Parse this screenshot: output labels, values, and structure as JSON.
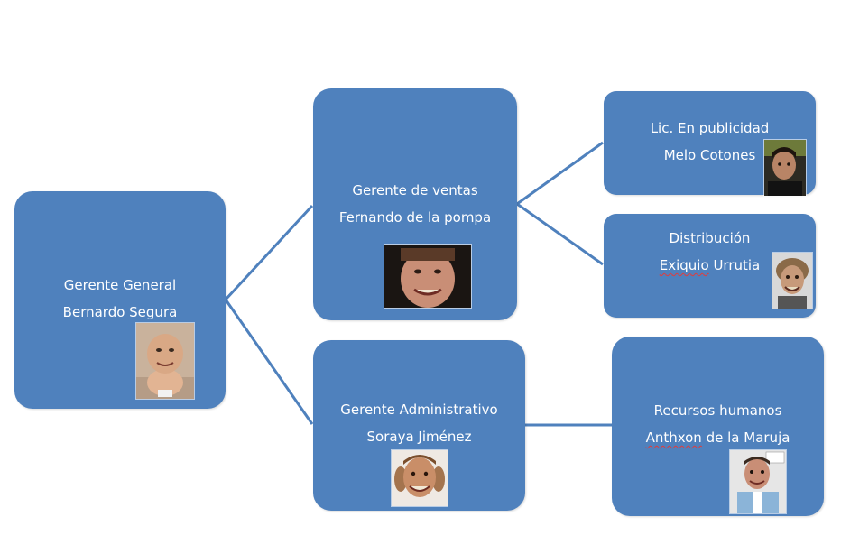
{
  "nodes": {
    "general": {
      "title": "Gerente General",
      "name": "Bernardo Segura"
    },
    "ventas": {
      "title": "Gerente de ventas",
      "name": "Fernando de la pompa"
    },
    "publicidad": {
      "title": "Lic. En publicidad",
      "name": "Melo Cotones"
    },
    "distribucion": {
      "title": "Distribución",
      "name_first": "Exiquio",
      "name_last": "Urrutia"
    },
    "administrativo": {
      "title": "Gerente Administrativo",
      "name": "Soraya Jiménez"
    },
    "rrhh": {
      "title": "Recursos humanos",
      "name_first": "Anthxon",
      "name_last": "de la Maruja"
    }
  },
  "colors": {
    "box": "#4f81bd",
    "connector": "#4f81bd",
    "text": "#ffffff"
  }
}
